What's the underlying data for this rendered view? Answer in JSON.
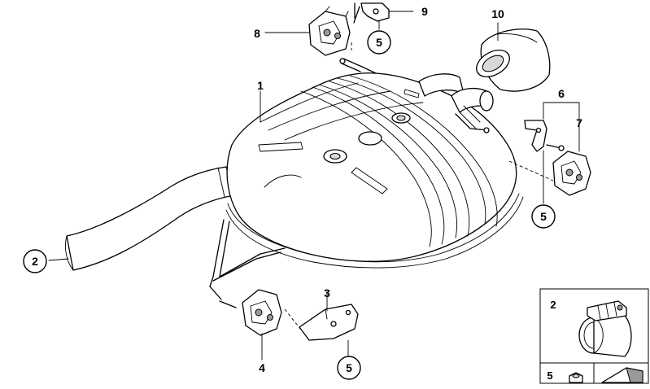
{
  "callouts": {
    "c1": "1",
    "c2": "2",
    "c3": "3",
    "c4": "4",
    "c5a": "5",
    "c5b": "5",
    "c5c": "5",
    "c6": "6",
    "c7": "7",
    "c8": "8",
    "c9": "9",
    "c10": "10"
  },
  "inset": {
    "top_label": "2",
    "bottom_label": "5"
  }
}
